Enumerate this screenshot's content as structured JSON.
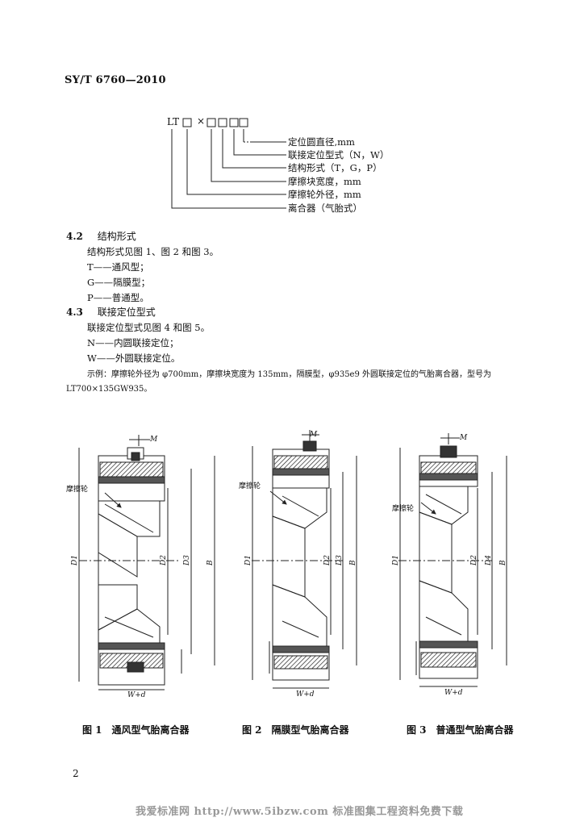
{
  "header": {
    "standard_code": "SY/T 6760—2010"
  },
  "model_code": {
    "prefix": "LT",
    "multiply_sign": "×",
    "labels": [
      "定位圆直径,mm",
      "联接定位型式（N，W）",
      "结构形式（T，G，P）",
      "摩擦块宽度，mm",
      "摩擦轮外径，mm",
      "离合器（气胎式）"
    ]
  },
  "section_4_2": {
    "number": "4.2",
    "title": "结构形式",
    "lines": [
      "结构形式见图 1、图 2 和图 3。",
      "T——通风型；",
      "G——隔膜型；",
      "P——普通型。"
    ]
  },
  "section_4_3": {
    "number": "4.3",
    "title": "联接定位型式",
    "lines": [
      "联接定位型式见图 4 和图 5。",
      "N——内圆联接定位；",
      "W——外圆联接定位。"
    ],
    "example_line1": "示例：摩擦轮外径为 φ700mm，摩擦块宽度为 135mm，隔膜型，φ935e9 外圆联接定位的气胎离合器，型号为",
    "example_line2": "LT700×135GW935。"
  },
  "figures": [
    {
      "caption": "图 1　通风型气胎离合器",
      "friction_label": "摩擦轮",
      "dim_labels": [
        "M",
        "D1",
        "D2",
        "D3",
        "B",
        "W+d"
      ]
    },
    {
      "caption": "图 2　隔膜型气胎离合器",
      "friction_label": "摩擦轮",
      "dim_labels": [
        "M",
        "D1",
        "D2",
        "D3",
        "B",
        "W+d"
      ]
    },
    {
      "caption": "图 3　普通型气胎离合器",
      "friction_label": "摩擦轮",
      "dim_labels": [
        "M",
        "D1",
        "D2",
        "D4",
        "B",
        "W+d"
      ]
    }
  ],
  "page_number": "2",
  "footer": "我爱标准网 http://www.5ibzw.com 标准图集工程资料免费下载"
}
